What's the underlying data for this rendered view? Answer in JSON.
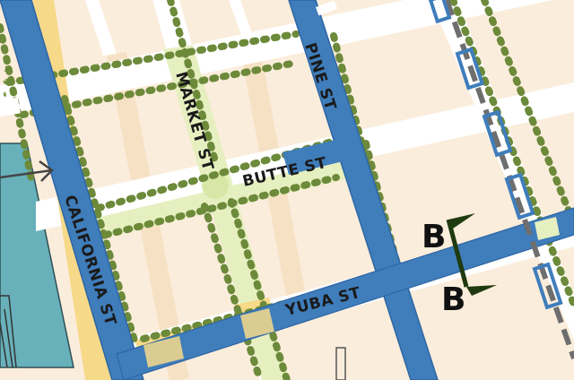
{
  "map": {
    "colors": {
      "background": "#fbeddc",
      "road_white": "#ffffff",
      "arterial_blue": "#3f7dbb",
      "arterial_blue_outline": "#2f66a3",
      "pedestrian_green": "#e6efc0",
      "crossing_yellow": "#f7d98a",
      "water_teal": "#68b1ba",
      "rail_gray": "#6e6e6e",
      "tree_green": "#6c8a3a",
      "section_marker": "#1f3a0f"
    },
    "streets": {
      "pine": "PINE ST",
      "market": "MARKET ST",
      "butte": "BUTTE ST",
      "california": "CALIFORNIA ST",
      "yuba": "YUBA ST"
    },
    "section_marker": {
      "top_label": "B",
      "bottom_label": "B"
    }
  }
}
